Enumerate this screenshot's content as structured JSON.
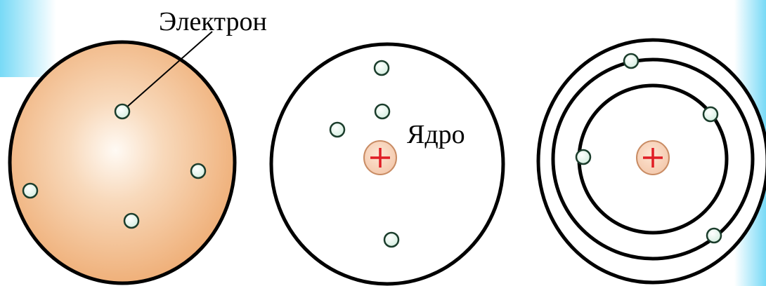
{
  "labels": {
    "electron": "Электрон",
    "nucleus": "Ядро"
  },
  "colors": {
    "background_glow": "#5fd3f5",
    "thomson_center": "#fffaf4",
    "thomson_edge": "#eeaa70",
    "electron_fill": "#d3eedf",
    "electron_stroke": "#1b3d2c",
    "nucleus_fill": "#f3c7aa",
    "nucleus_edge": "#c98c64",
    "nucleus_sign": "#e01d25",
    "outline": "#000000"
  },
  "icons": {
    "nucleus_sign": "plus-sign"
  }
}
